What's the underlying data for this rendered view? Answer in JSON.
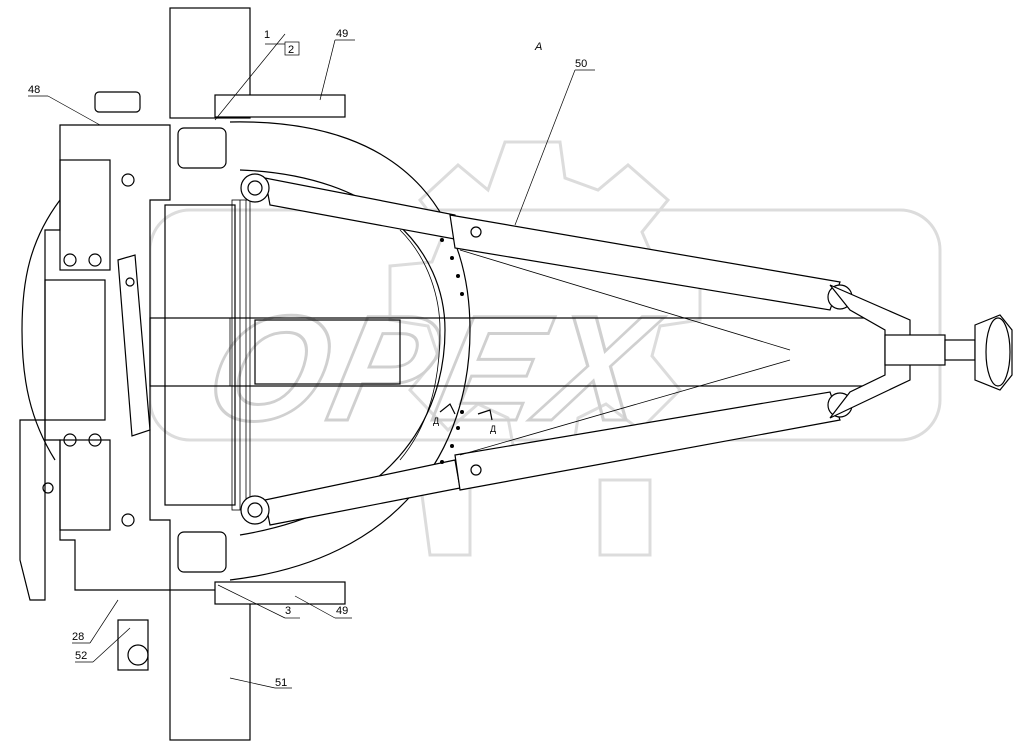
{
  "drawing": {
    "view_label": "А",
    "top_mark": "",
    "watermark_text": "OPEX",
    "section_marks": [
      "Д",
      "Д"
    ],
    "callouts": {
      "c1": "1",
      "c2": "2",
      "c49_top": "49",
      "c48": "48",
      "c50": "50",
      "c3": "3",
      "c49_bottom": "49",
      "c28": "28",
      "c52": "52",
      "c51": "51"
    }
  }
}
